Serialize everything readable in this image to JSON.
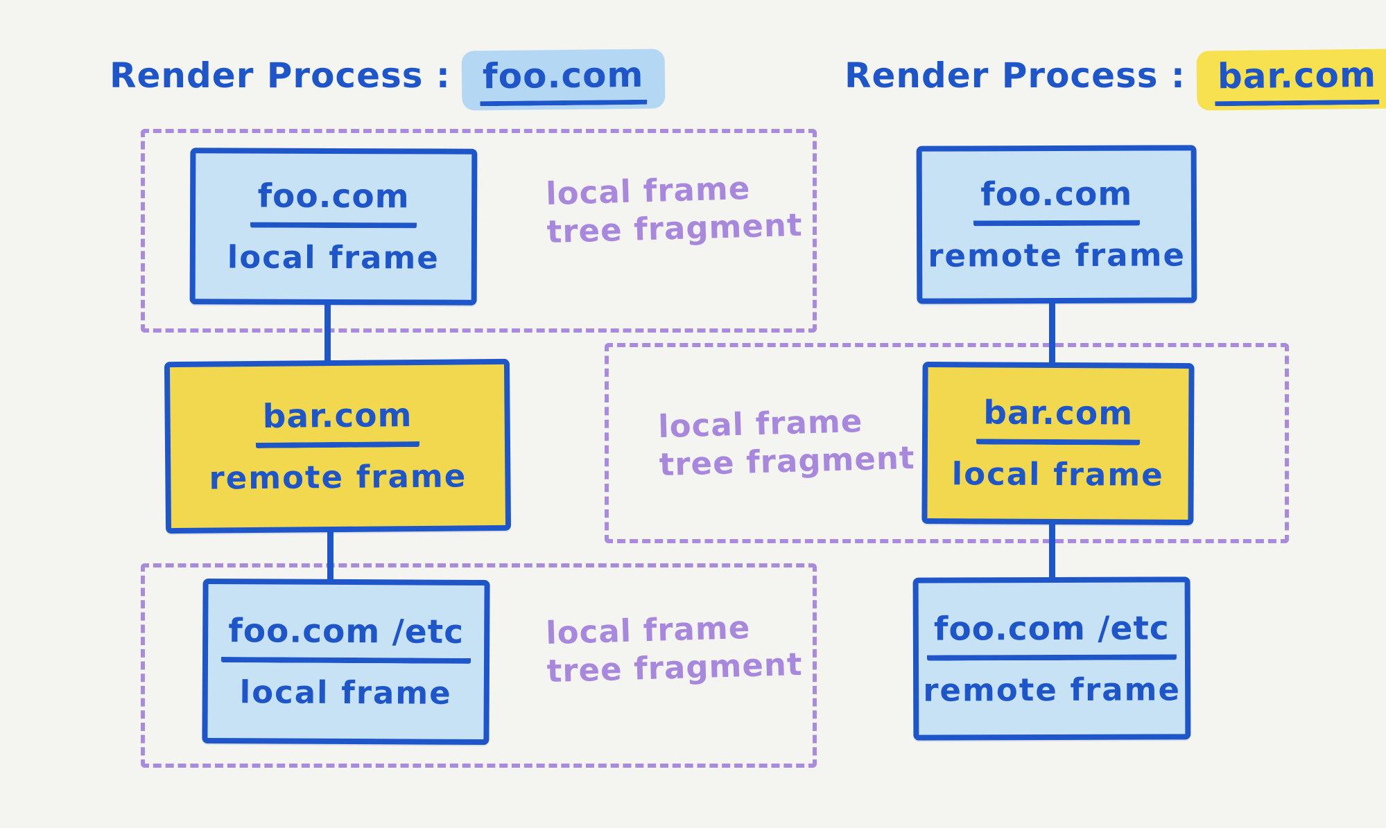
{
  "colors": {
    "background": "#f4f4f1",
    "ink_blue": "#1e55c9",
    "fill_blue": "#c7e1f5",
    "fill_yellow": "#f2d84e",
    "highlight_blue": "#b4d8f3",
    "highlight_yellow": "#f7e14e",
    "purple_dash": "#a98bdd",
    "purple_text": "#a888dc"
  },
  "headers": {
    "left": {
      "prefix": "Render Process :",
      "domain": "foo.com"
    },
    "right": {
      "prefix": "Render Process :",
      "domain": "bar.com"
    }
  },
  "nodes": {
    "left_top": {
      "title": "foo.com",
      "subtitle": "local frame"
    },
    "left_mid": {
      "title": "bar.com",
      "subtitle": "remote frame"
    },
    "left_bottom": {
      "title": "foo.com /etc",
      "subtitle": "local frame"
    },
    "right_top": {
      "title": "foo.com",
      "subtitle": "remote frame"
    },
    "right_mid": {
      "title": "bar.com",
      "subtitle": "local frame"
    },
    "right_bottom": {
      "title": "foo.com /etc",
      "subtitle": "remote frame"
    }
  },
  "labels": {
    "fragment_line1": "local frame",
    "fragment_line2": "tree fragment"
  }
}
